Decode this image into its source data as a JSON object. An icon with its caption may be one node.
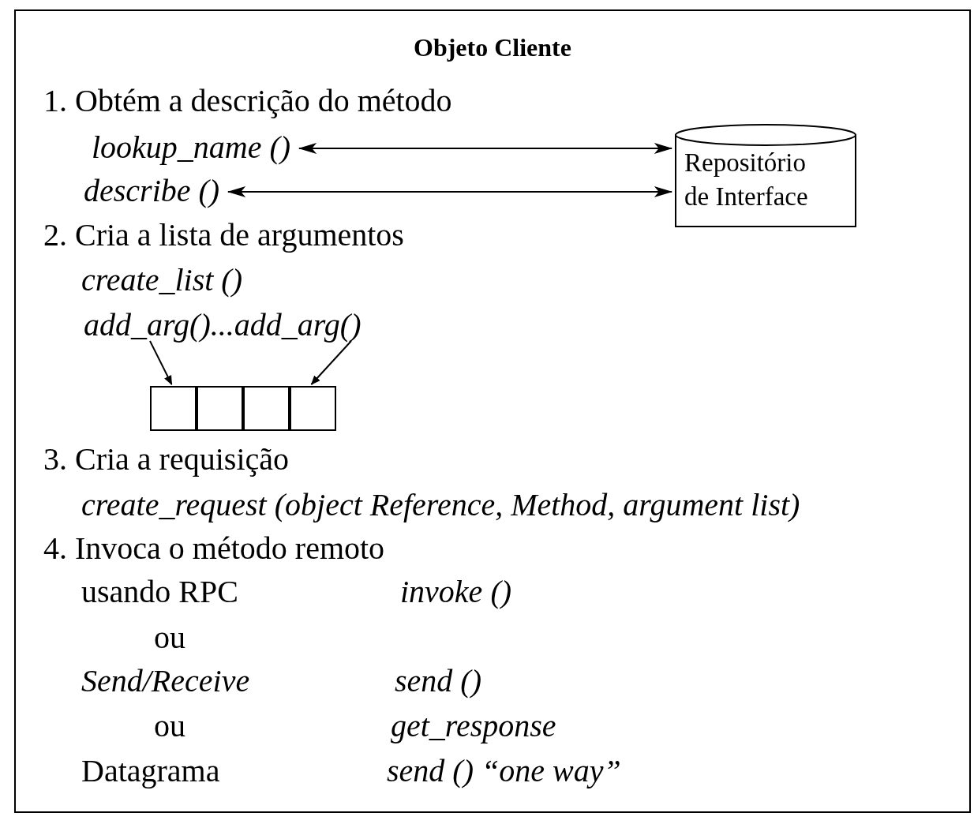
{
  "diagram": {
    "nodes": [
      {
        "text": [
          "Objeto Cliente"
        ]
      },
      {
        "text": [
          "lookup_name ()"
        ],
        "in": 0
      },
      {
        "text": [
          "describe ()"
        ],
        "in": 0
      },
      {
        "text": [
          "Repositório de Interface"
        ],
        "in": 0
      },
      {
        "text": [
          "add_arg()...add_arg()"
        ],
        "in": 0
      },
      {
        "text": [],
        "shape": "box",
        "in": 0
      },
      {
        "text": [],
        "shape": "box",
        "in": 0
      },
      {
        "text": [],
        "shape": "box",
        "in": 0
      },
      {
        "text": [],
        "shape": "box",
        "in": 0
      }
    ],
    "edges": [
      {
        "from": 1,
        "to": 3,
        "arrow": "both"
      },
      {
        "from": 2,
        "to": 3,
        "arrow": "both"
      },
      {
        "from": 4,
        "to": 5,
        "arrow": "to"
      },
      {
        "from": 4,
        "to": 8,
        "arrow": "to"
      }
    ],
    "labels": [
      "1. Obtém a descrição do método",
      "2. Cria a lista de argumentos",
      "create_list ()",
      "3. Cria a requisição",
      "create_request (object Reference, Method, argument list)",
      "4. Invoca o método remoto",
      "usando RPC",
      "invoke ()",
      "ou",
      "Send/Receive",
      "send ()",
      "ou",
      "get_response",
      "Datagrama",
      "send ()  “one way”"
    ]
  }
}
